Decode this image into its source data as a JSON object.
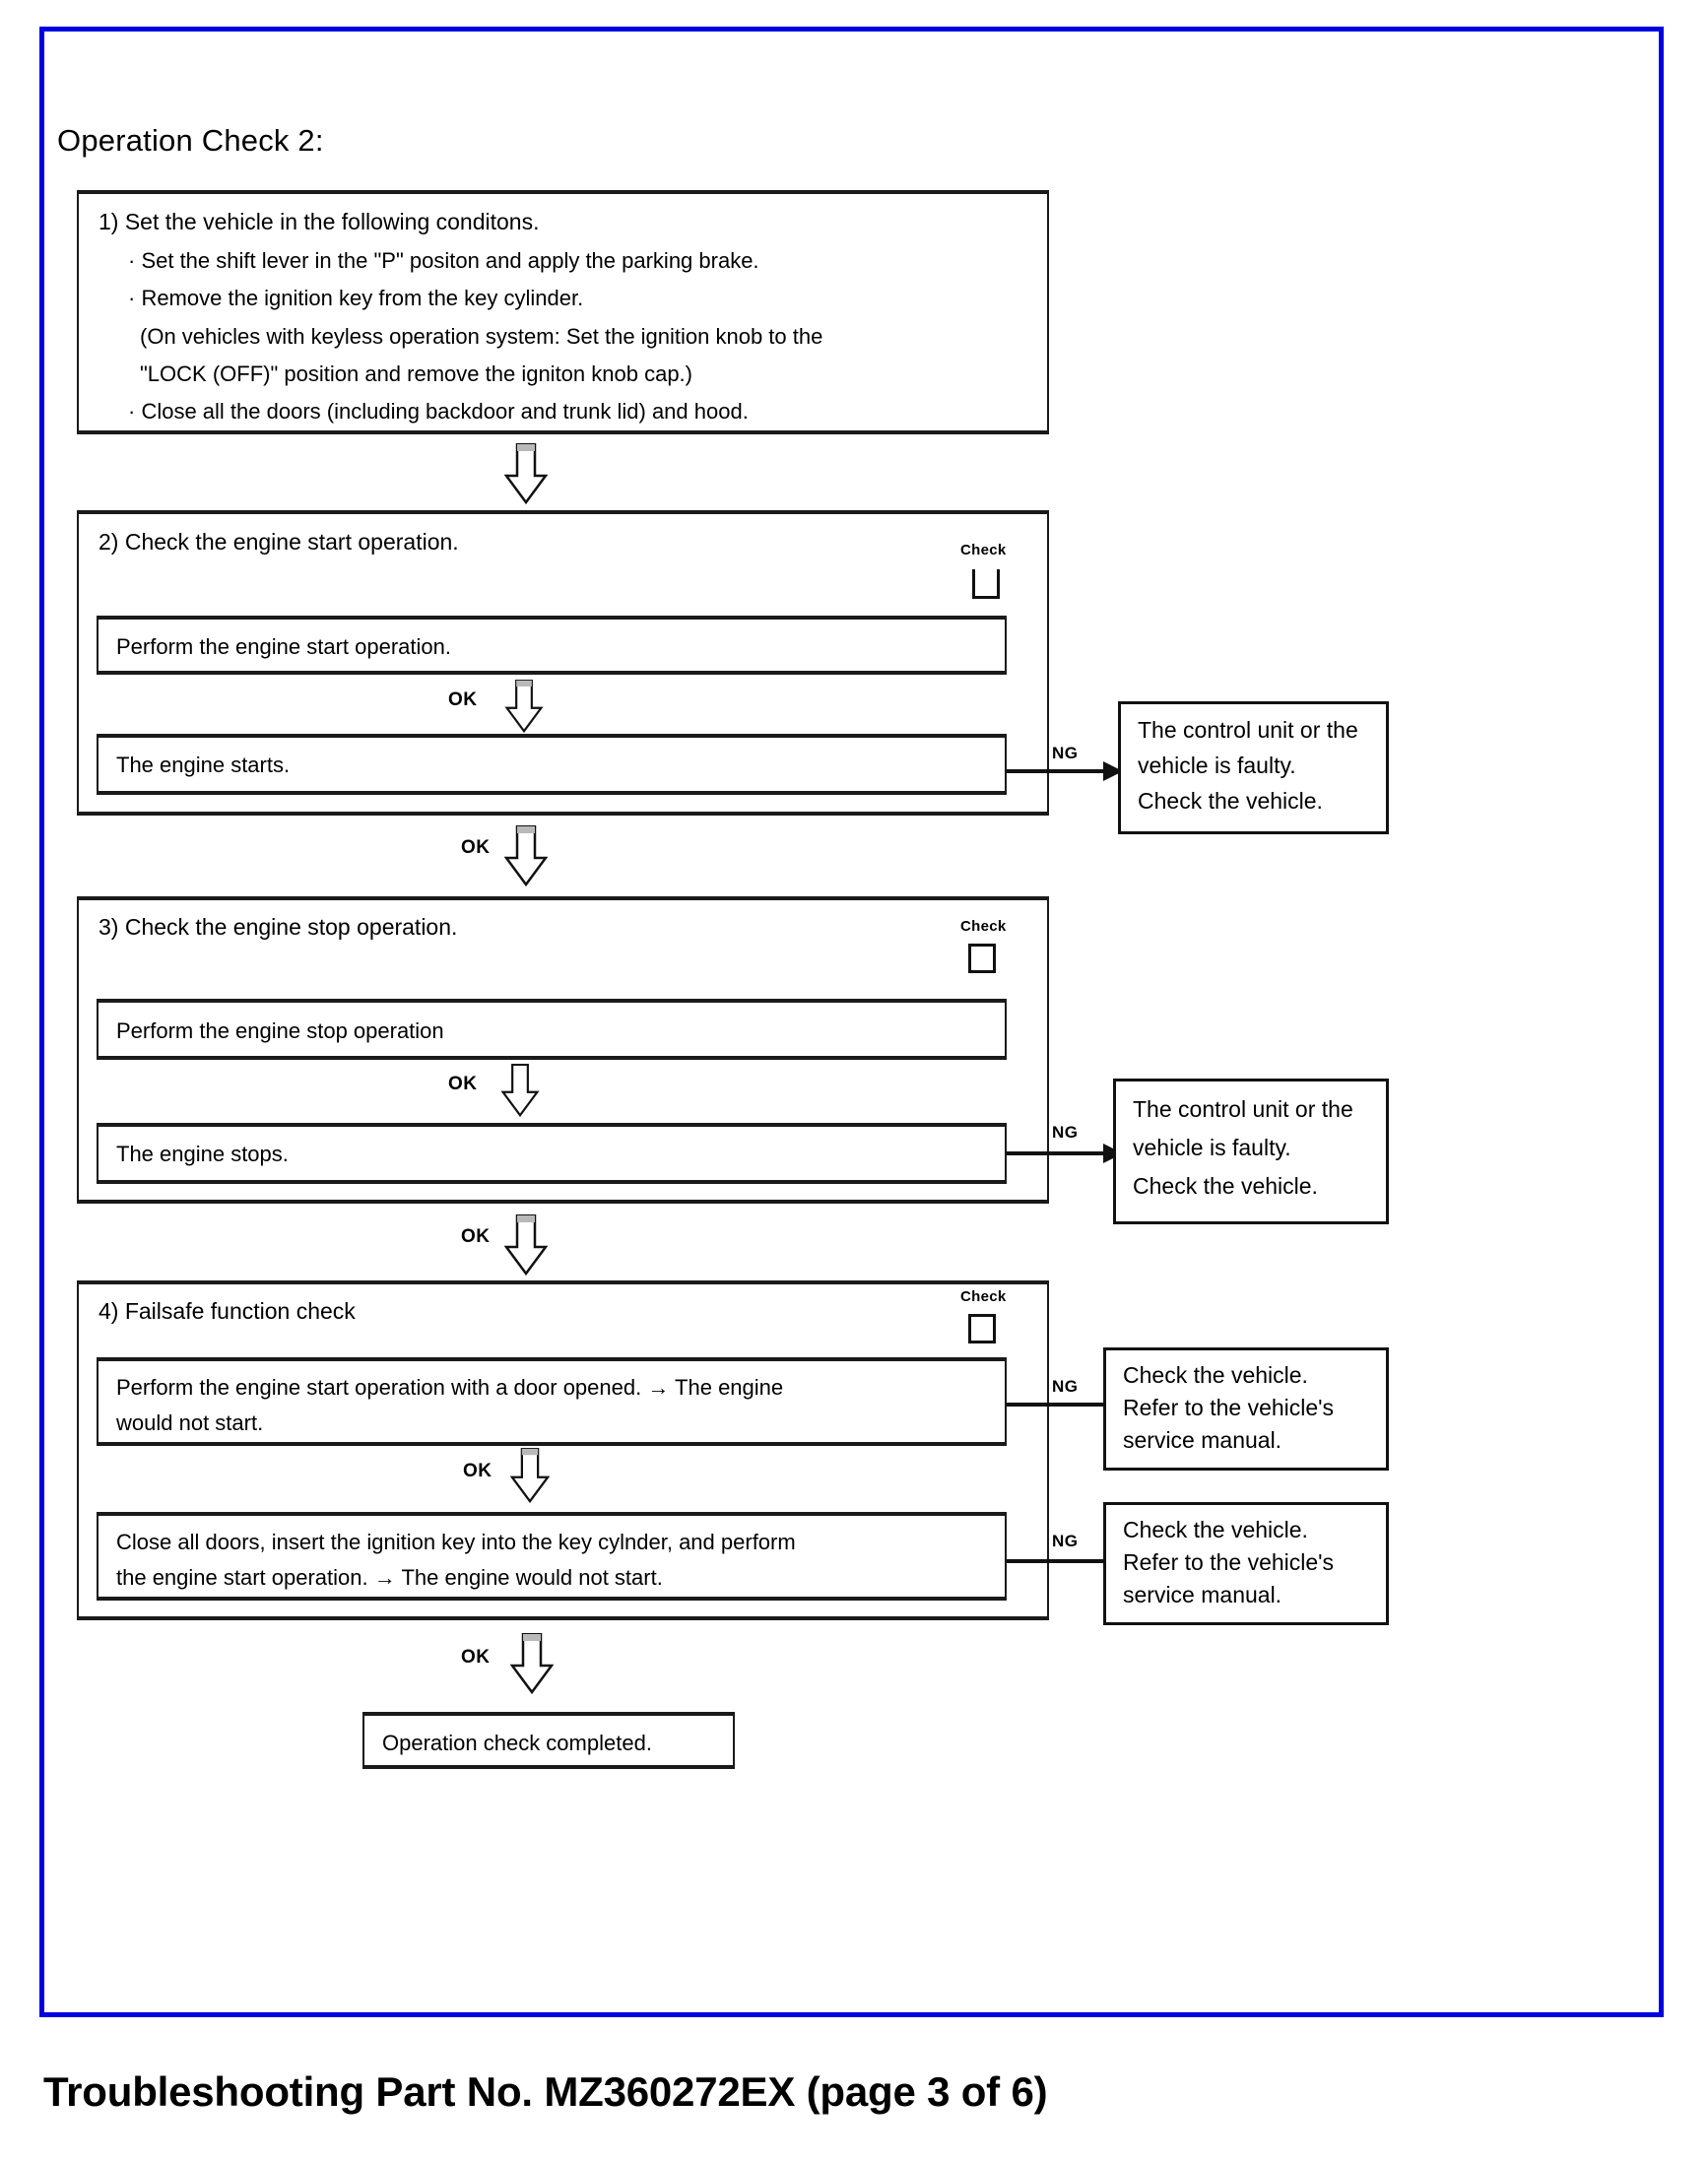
{
  "document": {
    "title": "Operation Check 2:",
    "footer": "Troubleshooting Part No. MZ360272EX (page 3 of 6)",
    "frame_color": "#0000e0",
    "check_label": "Check"
  },
  "steps": [
    {
      "heading": "1) Set the vehicle in the following conditons.",
      "conditions": [
        "· Set the shift lever in the \"P\" positon and apply the parking brake.",
        "· Remove the ignition key from the key cylinder.",
        "(On vehicles with keyless operation system: Set the ignition knob to the",
        "\"LOCK (OFF)\" position and remove the igniton knob cap.)",
        "· Close all the doors (including backdoor and trunk lid) and hood."
      ]
    },
    {
      "heading": "2) Check the engine start operation.",
      "action": "Perform the engine start operation.",
      "ok_label": "OK",
      "outcome": "The engine starts.",
      "ng_label": "NG",
      "ng_result": [
        "The control unit or the",
        "vehicle is faulty.",
        "Check the vehicle."
      ]
    },
    {
      "heading": "3) Check the engine stop operation.",
      "action": "Perform the engine stop operation",
      "ok_label": "OK",
      "outcome": "The engine stops.",
      "ng_label": "NG",
      "ng_result": [
        "The control unit or the",
        "vehicle is faulty.",
        "Check the vehicle."
      ]
    },
    {
      "heading": "4) Failsafe function check",
      "check_a": {
        "line1": "Perform the engine start operation with a door opened. → The engine",
        "line2": "would not start.",
        "ng_label": "NG",
        "ng_result": [
          "Check the vehicle.",
          "Refer to the vehicle's",
          "service manual."
        ]
      },
      "ok_label": "OK",
      "check_b": {
        "line1": "Close all doors, insert the ignition key into the key cylnder, and perform",
        "line2": "the engine start operation. → The engine would not start.",
        "ng_label": "NG",
        "ng_result": [
          "Check the vehicle.",
          "Refer to the vehicle's",
          "service manual."
        ]
      }
    }
  ],
  "flow": {
    "ok_1_2": "OK",
    "ok_2_3": "OK",
    "ok_3_4": "OK",
    "ok_final": "OK",
    "completion": "Operation check completed."
  }
}
